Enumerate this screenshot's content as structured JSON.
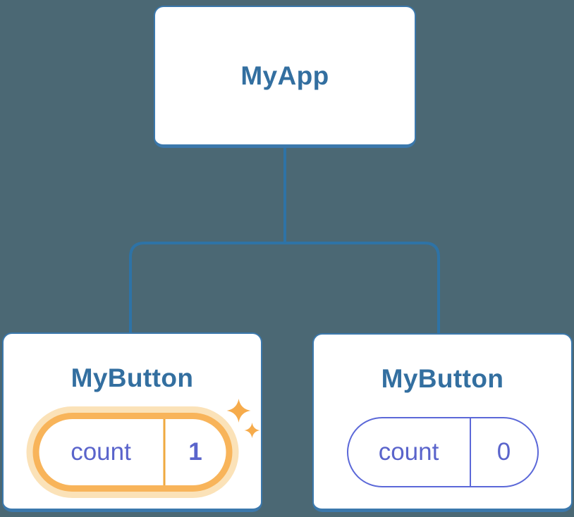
{
  "diagram": {
    "description": "React component tree with state",
    "nodes": {
      "root": {
        "title": "MyApp"
      },
      "left_button": {
        "title": "MyButton",
        "state_label": "count",
        "state_value": "1",
        "highlighted": true
      },
      "right_button": {
        "title": "MyButton",
        "state_label": "count",
        "state_value": "0",
        "highlighted": false
      }
    },
    "icons": {
      "sparkle_large": "sparkle-icon",
      "sparkle_small": "sparkle-icon"
    },
    "colors": {
      "background": "#4B6874",
      "connector": "#2E73A6",
      "card_border": "#3B78AC",
      "card_background": "#FFFFFF",
      "title_text": "#336FA0",
      "state_text": "#5A64CB",
      "state_pill_border": "#5B68D8",
      "highlight_ring": "#F8B45A",
      "highlight_glow": "#FBE2B8",
      "highlight_divider": "#EFA93F",
      "sparkle": "#F6AB4B"
    }
  }
}
